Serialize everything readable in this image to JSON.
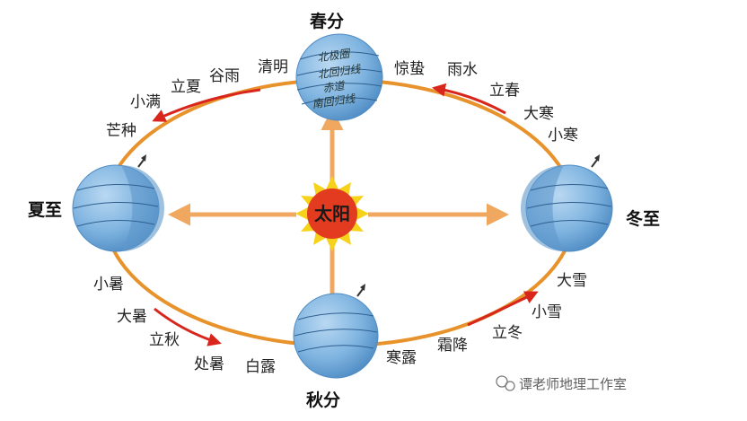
{
  "diagram": {
    "sun": {
      "label": "太阳"
    },
    "seasons": {
      "spring": "春分",
      "summer": "夏至",
      "autumn": "秋分",
      "winter": "冬至"
    },
    "earth_circle_labels": [
      "北极圈",
      "北回归线",
      "赤道",
      "南回归线"
    ],
    "solar_terms": {
      "qingming": "清明",
      "guyu": "谷雨",
      "lixia": "立夏",
      "xiaoman": "小满",
      "mangzhong": "芒种",
      "jingzhe": "惊蛰",
      "yushui": "雨水",
      "lichun": "立春",
      "dahan": "大寒",
      "xiaohan": "小寒",
      "xiaoshu": "小暑",
      "dashu": "大暑",
      "liqiu": "立秋",
      "chushu": "处暑",
      "bailu": "白露",
      "hanlu": "寒露",
      "shuangjiang": "霜降",
      "lidong": "立冬",
      "xiaoxue": "小雪",
      "daxue": "大雪"
    },
    "colors": {
      "orbit": "#e8922c",
      "arrow": "#f0a860",
      "direction_arrow": "#d9261c",
      "earth": "#7fb4e0",
      "sun_core": "#e23b1f",
      "sun_rays": "#f7d21a"
    }
  },
  "watermark": {
    "text": "谭老师地理工作室"
  }
}
